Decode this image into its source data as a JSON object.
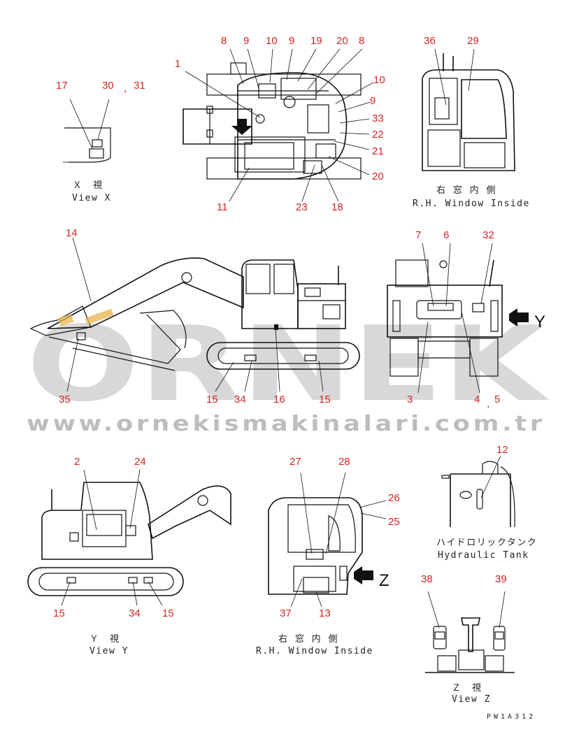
{
  "watermark": {
    "brand": "ORNEK",
    "url": "www.ornekismakinalari.com.tr"
  },
  "views": {
    "view_x": {
      "caption_jp": "Ｘ　視",
      "caption_en": "View X"
    },
    "rh_window_inside_top": {
      "caption_jp": "右 窓 内 側",
      "caption_en": "R.H. Window Inside"
    },
    "view_y": {
      "caption_jp": "Ｙ　視",
      "caption_en": "View Y"
    },
    "rh_window_inside_bottom": {
      "caption_jp": "右 窓 内 側",
      "caption_en": "R.H. Window Inside"
    },
    "hydraulic_tank": {
      "caption_jp": "ハイドロリックタンク",
      "caption_en": "Hydraulic Tank"
    },
    "view_z": {
      "caption_jp": "Ｚ　視",
      "caption_en": "View Z"
    }
  },
  "view_letters": {
    "y": "Y",
    "z": "Z"
  },
  "drawing_code": "PW1A312",
  "separators": {
    "comma": ","
  },
  "callouts": {
    "c17": "17",
    "c30": "30",
    "c31": "31",
    "c8a": "8",
    "c9a": "9",
    "c10a": "10",
    "c9b": "9",
    "c19": "19",
    "c20a": "20",
    "c8b": "8",
    "c1": "1",
    "c10b": "10",
    "c9c": "9",
    "c33": "33",
    "c22": "22",
    "c21": "21",
    "c20b": "20",
    "c11": "11",
    "c23": "23",
    "c18": "18",
    "c36": "36",
    "c29": "29",
    "c14": "14",
    "c35": "35",
    "c15a": "15",
    "c34a": "34",
    "c16": "16",
    "c15b": "15",
    "c7": "7",
    "c6": "6",
    "c32": "32",
    "c3": "3",
    "c4": "4",
    "c5": "5",
    "c2": "2",
    "c24": "24",
    "c15c": "15",
    "c34b": "34",
    "c15d": "15",
    "c27": "27",
    "c28": "28",
    "c26": "26",
    "c25": "25",
    "c37": "37",
    "c13": "13",
    "c12": "12",
    "c38": "38",
    "c39": "39"
  }
}
